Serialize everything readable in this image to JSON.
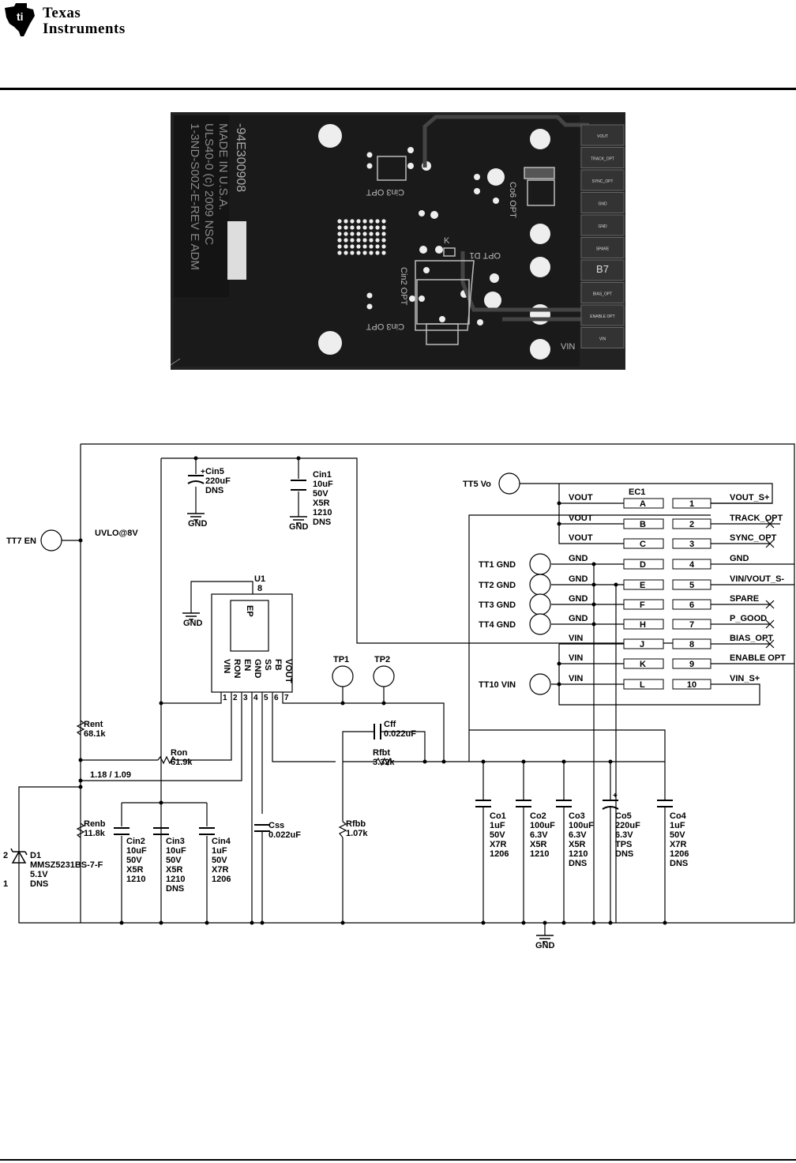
{
  "header": {
    "brand_line1": "Texas",
    "brand_line2": "Instruments"
  },
  "pcb": {
    "silk_partno": "-94E300908",
    "silk_lines": [
      "MADE IN U.S.A.",
      "ULS40-0 (c) 2009 NSC",
      "1-3ND-S00Z-E-REV E  ADM"
    ],
    "tags": {
      "cin3": "Cin3\nOPT",
      "cin2": "Cin2\nOPT",
      "cin3b": "Cin3\nOPT",
      "co6": "Co6\nOPT",
      "d1": "OPT D1",
      "k": "K",
      "b7": "B7",
      "vin": "VIN",
      "vout": "VOUT"
    },
    "pads": [
      "VOUT",
      "TRACK_OPT",
      "SYNC_OPT",
      "GND",
      "GND",
      "SPARE",
      "B7",
      "BIAS_OPT",
      "ENABLE OPT",
      "VIN"
    ]
  },
  "schematic": {
    "tp": {
      "tt7": "TT7 EN",
      "uvlo": "UVLO@8V",
      "tt5": "TT5 Vo",
      "tp1": "TP1",
      "tp2": "TP2",
      "tt10": "TT10 VIN"
    },
    "gnd_label": "GND",
    "u1": {
      "ref": "U1",
      "ep": "EP",
      "pin8": "8",
      "pins": [
        "VIN",
        "RON",
        "EN",
        "GND",
        "SS",
        "FB",
        "VOUT"
      ],
      "pin_nums": [
        "1",
        "2",
        "3",
        "4",
        "5",
        "6",
        "7"
      ]
    },
    "tt_gnd": [
      "TT1 GND",
      "TT2 GND",
      "TT3 GND",
      "TT4 GND"
    ],
    "ec1": {
      "ref": "EC1",
      "left_nets": [
        "VOUT",
        "VOUT",
        "VOUT",
        "GND",
        "GND",
        "GND",
        "GND",
        "VIN",
        "VIN",
        "VIN"
      ],
      "letters": [
        "A",
        "B",
        "C",
        "D",
        "E",
        "F",
        "H",
        "J",
        "K",
        "L"
      ],
      "numbers": [
        "1",
        "2",
        "3",
        "4",
        "5",
        "6",
        "7",
        "8",
        "9",
        "10"
      ],
      "right_nets": [
        "VOUT_S+",
        "TRACK_OPT",
        "SYNC_OPT",
        "GND",
        "VIN/VOUT_S-",
        "SPARE",
        "P_GOOD",
        "BIAS_OPT",
        "ENABLE OPT",
        "VIN_S+"
      ]
    },
    "components": {
      "cin5": [
        "Cin5",
        "220uF",
        "DNS"
      ],
      "cin1": [
        "Cin1",
        "10uF",
        "50V",
        "X5R",
        "1210",
        "DNS"
      ],
      "rent": [
        "Rent",
        "68.1k"
      ],
      "ron": [
        "Ron",
        "61.9k"
      ],
      "ratio": "1.18 / 1.09",
      "renb": [
        "Renb",
        "11.8k"
      ],
      "d1": [
        "D1",
        "MMSZ5231BS-7-F",
        "5.1V",
        "DNS"
      ],
      "d1_pins": [
        "2",
        "1"
      ],
      "cin2": [
        "Cin2",
        "10uF",
        "50V",
        "X5R",
        "1210"
      ],
      "cin3": [
        "Cin3",
        "10uF",
        "50V",
        "X5R",
        "1210",
        "DNS"
      ],
      "cin4": [
        "Cin4",
        "1uF",
        "50V",
        "X7R",
        "1206"
      ],
      "css": [
        "Css",
        "0.022uF"
      ],
      "cff": [
        "Cff",
        "0.022uF"
      ],
      "rfbt": [
        "Rfbt",
        "3.32k"
      ],
      "rfbb": [
        "Rfbb",
        "1.07k"
      ],
      "co1": [
        "Co1",
        "1uF",
        "50V",
        "X7R",
        "1206"
      ],
      "co2": [
        "Co2",
        "100uF",
        "6.3V",
        "X5R",
        "1210"
      ],
      "co3": [
        "Co3",
        "100uF",
        "6.3V",
        "X5R",
        "1210",
        "DNS"
      ],
      "co5": [
        "Co5",
        "220uF",
        "6.3V",
        "TPS",
        "DNS"
      ],
      "co4": [
        "Co4",
        "1uF",
        "50V",
        "X7R",
        "1206",
        "DNS"
      ]
    }
  }
}
